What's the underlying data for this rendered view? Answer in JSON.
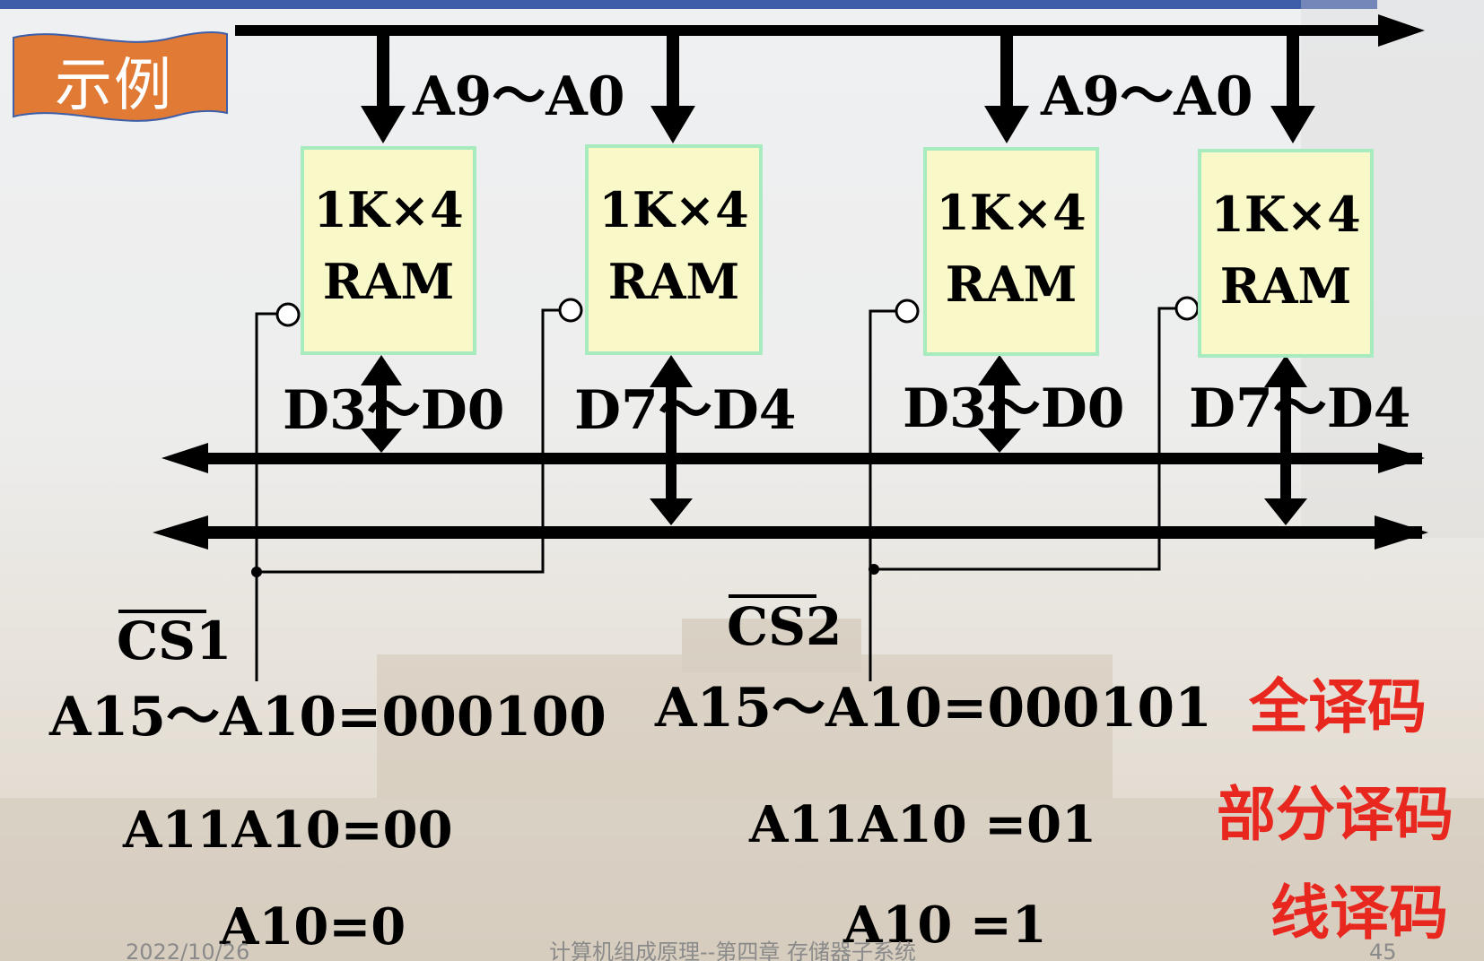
{
  "tag": {
    "label": "示例"
  },
  "address_bus_labels": [
    "A9～A0",
    "A9～A0"
  ],
  "chips": [
    {
      "line1": "1K×4",
      "line2": "RAM"
    },
    {
      "line1": "1K×4",
      "line2": "RAM"
    },
    {
      "line1": "1K×4",
      "line2": "RAM"
    },
    {
      "line1": "1K×4",
      "line2": "RAM"
    }
  ],
  "data_labels": [
    "D3～D0",
    "D7～D4",
    "D3～D0",
    "D7～D4"
  ],
  "chip_selects": [
    "CS1",
    "CS2"
  ],
  "groups": [
    {
      "full_decode": "A15～A10=000100",
      "partial_decode": "A11A10=00",
      "line_decode": "A10=0"
    },
    {
      "full_decode": "A15～A10=000101",
      "partial_decode": "A11A10 =01",
      "line_decode": "A10 =1"
    }
  ],
  "decode_methods": {
    "full": "全译码",
    "partial": "部分译码",
    "line": "线译码"
  },
  "colors": {
    "chip_fill": "#f9f8c9",
    "chip_border": "#a7ebbf",
    "accent_red": "#e8271f",
    "tag_orange": "#e07a35",
    "title_bar": "#3d5ea9"
  },
  "footer": {
    "date": "2022/10/26",
    "course": "计算机组成原理--第四章 存储器子系统",
    "page": "45"
  }
}
